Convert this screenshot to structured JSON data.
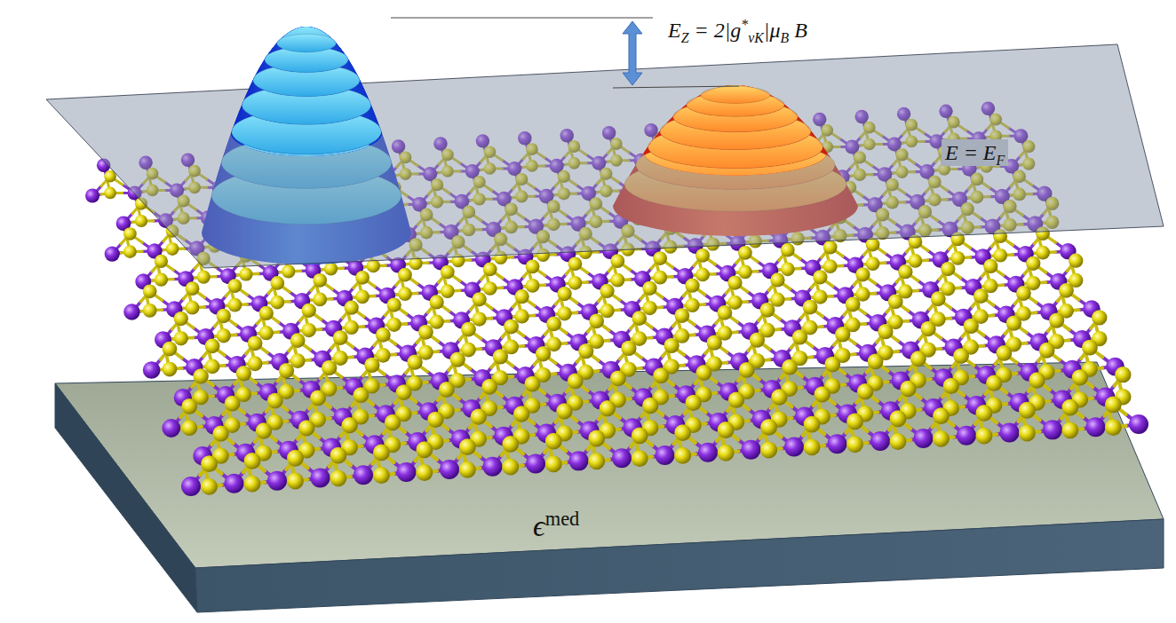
{
  "diagram": {
    "labels": [
      "EZ = 2|g*νK|μB B",
      "E = EF",
      "ϵmed"
    ]
  }
}
